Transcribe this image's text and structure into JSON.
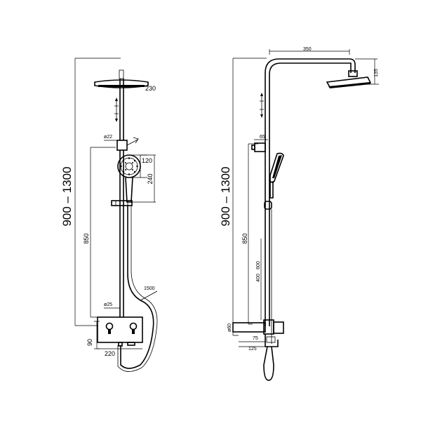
{
  "front_view": {
    "height_range": "900 – 1300",
    "slide_length": "850",
    "head_diameter": "230",
    "arm_diameter": "ø22",
    "handshower_diameter": "120",
    "handshower_height": "240",
    "hose_length": "1500",
    "pipe_diameter": "ø25",
    "mixer_height": "90",
    "mixer_width": "220"
  },
  "side_view": {
    "height_range": "900 – 1300",
    "arm_projection": "350",
    "head_drop": "135",
    "holder_offset": "65",
    "slide_length": "850",
    "bar_600": "600",
    "bar_400": "400",
    "spout_diameter": "ø60",
    "spout_75": "75",
    "spout_125": "125"
  }
}
